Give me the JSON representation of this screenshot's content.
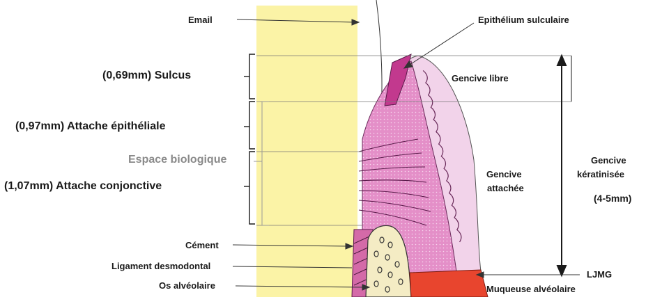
{
  "labels": {
    "email": "Email",
    "epithelium_sulculaire": "Epithélium sulculaire",
    "gencive_libre": "Gencive libre",
    "sulcus": "(0,69mm) Sulcus",
    "attache_epitheliale": "(0,97mm) Attache épithéliale",
    "espace_biologique": "Espace biologique",
    "attache_conjonctive": "(1,07mm) Attache conjonctive",
    "gencive_attachee_1": "Gencive",
    "gencive_attachee_2": "attachée",
    "gencive_keratinisee_1": "Gencive",
    "gencive_keratinisee_2": "kératinisée",
    "gencive_keratinisee_3": "(4-5mm)",
    "cement": "Cément",
    "ligament": "Ligament desmodontal",
    "os": "Os alvéolaire",
    "ljmg": "LJMG",
    "muqueuse": "Muqueuse alvéolaire"
  },
  "colors": {
    "enamel": "#fbf3a6",
    "gingiva": "#e48fc8",
    "gingiva_light": "#f2d3ea",
    "epithelium": "#c2398e",
    "bone": "#f4ecc4",
    "mucosa": "#e8452e",
    "line": "#2b2b2b"
  }
}
